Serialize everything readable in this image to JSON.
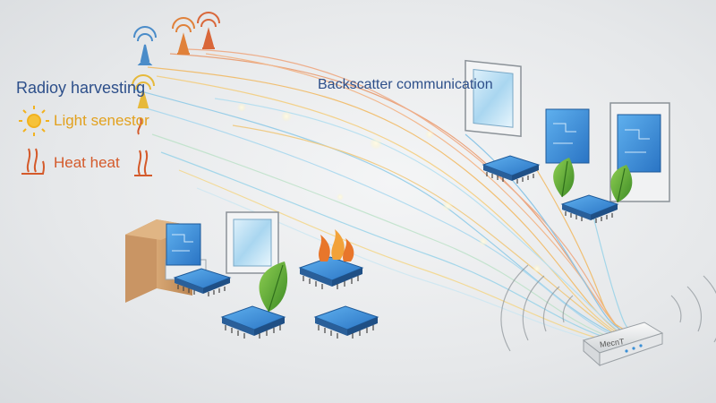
{
  "labels": {
    "radio_harvesting": "Radioy harvesting",
    "light_sensor": "Light senestor",
    "heat": "Heat heat",
    "backscatter": "Backscatter communication"
  },
  "router": {
    "label": "MecnT"
  },
  "colors": {
    "chip_blue": "#3a8fd6",
    "leaf_green": "#5aa838",
    "flame_orange": "#e8762b",
    "sun_yellow": "#f2b21f",
    "label_blue": "#2d4f8a",
    "label_orange": "#d45a2b"
  },
  "icons": [
    "antenna-icon",
    "sun-icon",
    "heat-icon",
    "flame-icon",
    "leaf-icon",
    "window-panel-icon",
    "cardboard-box-icon",
    "router-icon"
  ]
}
